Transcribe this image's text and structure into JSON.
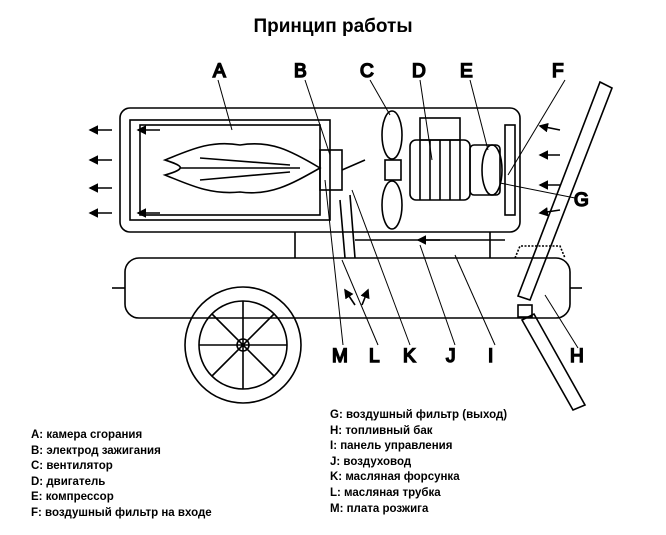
{
  "title": "Принцип работы",
  "labels": {
    "A": "A",
    "B": "B",
    "C": "C",
    "D": "D",
    "E": "E",
    "F": "F",
    "G": "G",
    "H": "H",
    "I": "I",
    "J": "J",
    "K": "K",
    "L": "L",
    "M": "M"
  },
  "legend_left": [
    "A: камера сгорания",
    "B: электрод  зажигания",
    "C: вентилятор",
    "D: двигатель",
    "E: компрессор",
    "F: воздушный фильтр на входе"
  ],
  "legend_right": [
    "G: воздушный фильтр (выход)",
    "H: топливный бак",
    "I: панель управления",
    "J: воздуховод",
    "K: масляная форсунка",
    "L: масляная трубка",
    "M: плата розжига"
  ]
}
